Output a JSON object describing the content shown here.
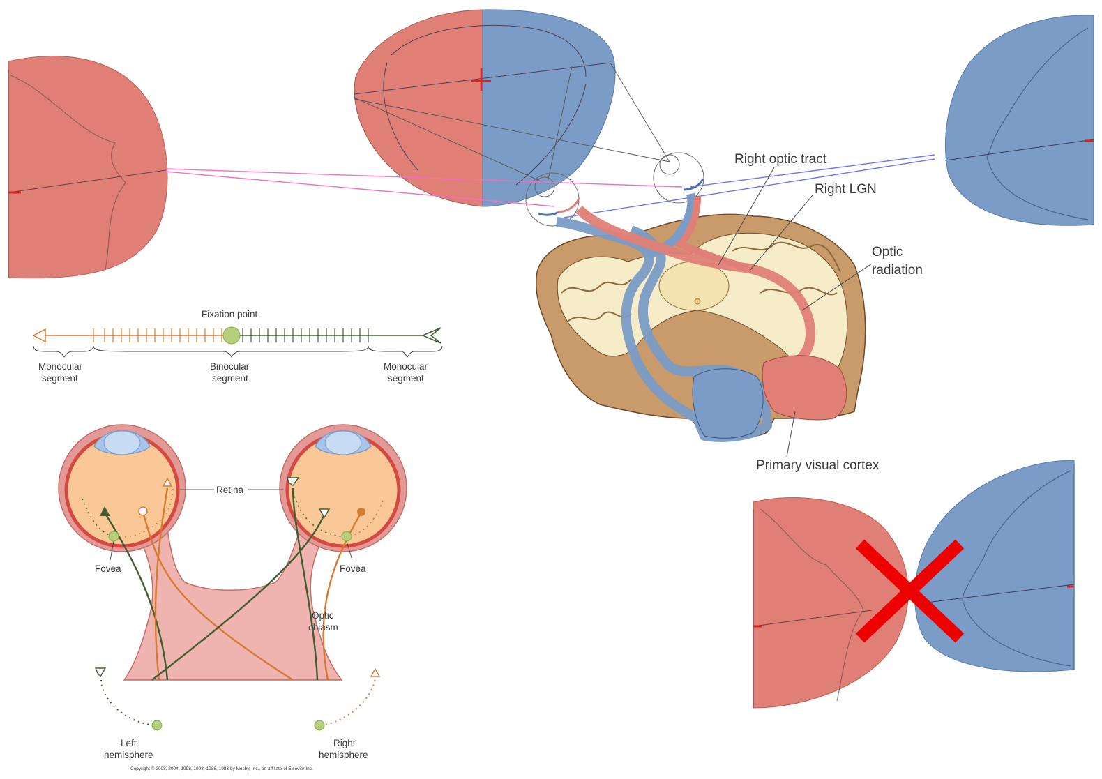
{
  "labels": {
    "right_optic_tract": "Right optic tract",
    "right_lgn": "Right LGN",
    "optic_radiation_line1": "Optic",
    "optic_radiation_line2": "radiation",
    "primary_visual_cortex": "Primary visual cortex",
    "fixation_point": "Fixation point",
    "monocular_left_line1": "Monocular",
    "monocular_left_line2": "segment",
    "binocular_line1": "Binocular",
    "binocular_line2": "segment",
    "monocular_right_line1": "Monocular",
    "monocular_right_line2": "segment",
    "retina": "Retina",
    "fovea_left": "Fovea",
    "fovea_right": "Fovea",
    "optic_chiasm_line1": "Optic",
    "optic_chiasm_line2": "chiasm",
    "left_hemisphere_line1": "Left",
    "left_hemisphere_line2": "hemisphere",
    "right_hemisphere_line1": "Right",
    "right_hemisphere_line2": "hemisphere",
    "copyright": "Copyright © 2008, 2004, 1998, 1993, 1988, 1983 by Mosby, Inc., an affiliate of Elsevier Inc."
  },
  "colors": {
    "left_field_red": "#e07f76",
    "right_field_blue": "#7a9cc6",
    "brain_tan": "#c99a6a",
    "brain_cream": "#f7ecc8",
    "green_pathway": "#3f5e2f",
    "orange_pathway": "#d77a30",
    "pink_ray": "#f06fc0",
    "blue_ray": "#6a78f0",
    "cross_red": "#ee0000"
  }
}
